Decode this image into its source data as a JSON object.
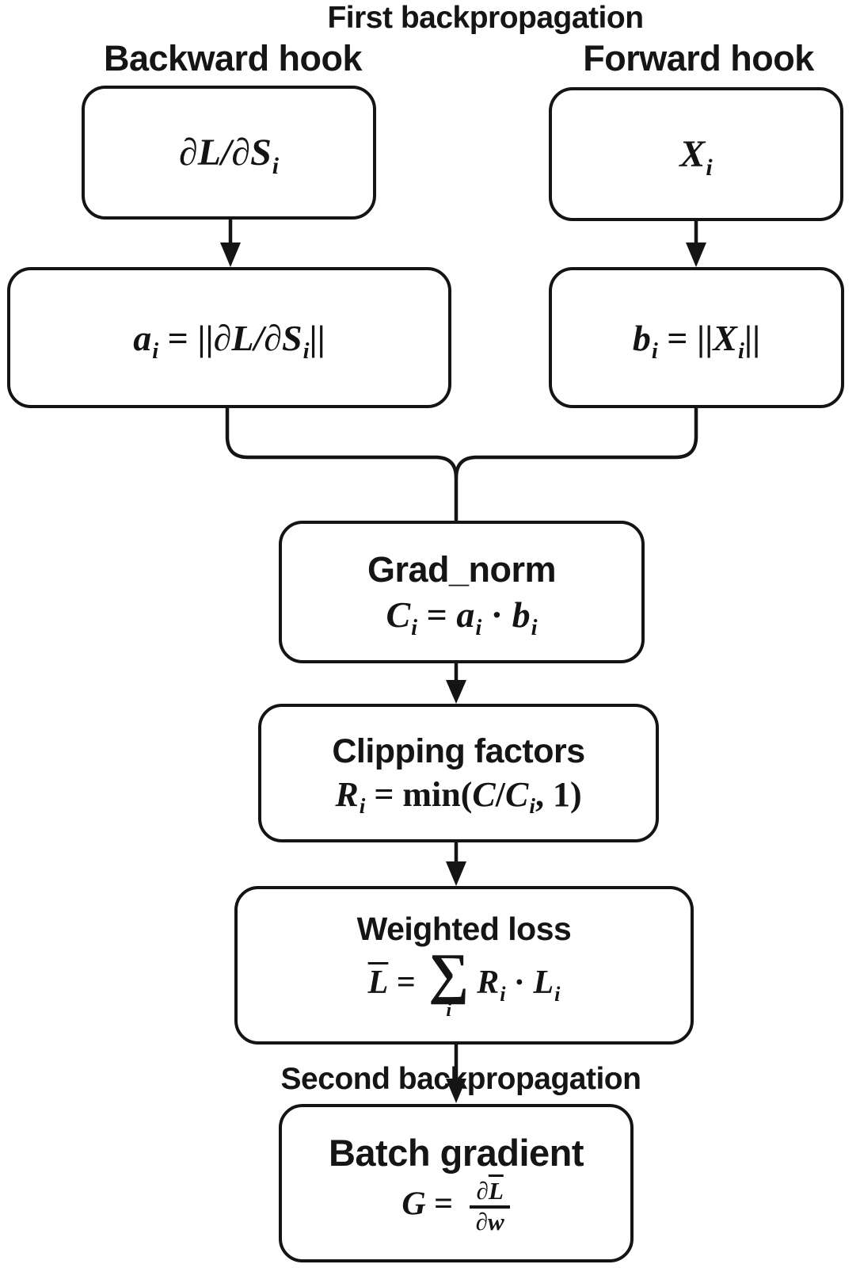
{
  "colors": {
    "background": "#ffffff",
    "ink": "#141414"
  },
  "labels": {
    "first_backprop": "First backpropagation",
    "backward_hook": "Backward hook",
    "forward_hook": "Forward hook",
    "second_backprop": "Second backpropagation"
  },
  "nodes": {
    "grad_input": {
      "math": [
        {
          "t": "∂L/∂S"
        },
        {
          "sub": "i"
        }
      ]
    },
    "activation": {
      "math": [
        {
          "t": "X"
        },
        {
          "sub": "i"
        }
      ]
    },
    "grad_norm_a": {
      "math": [
        {
          "t": "a"
        },
        {
          "sub": "i"
        },
        {
          "up": " = ||"
        },
        {
          "t": "∂L/∂S"
        },
        {
          "sub": "i"
        },
        {
          "up": "||"
        }
      ]
    },
    "act_norm_b": {
      "math": [
        {
          "t": "b"
        },
        {
          "sub": "i"
        },
        {
          "up": " = ||"
        },
        {
          "t": "X"
        },
        {
          "sub": "i"
        },
        {
          "up": "||"
        }
      ]
    },
    "grad_norm_c": {
      "title": "Grad_norm",
      "math": [
        {
          "t": "C"
        },
        {
          "sub": "i"
        },
        {
          "up": " = "
        },
        {
          "t": "a"
        },
        {
          "sub": "i"
        },
        {
          "up": " · "
        },
        {
          "t": "b"
        },
        {
          "sub": "i"
        }
      ]
    },
    "clipping": {
      "title": "Clipping factors",
      "math": [
        {
          "t": "R"
        },
        {
          "sub": "i"
        },
        {
          "up": " = min("
        },
        {
          "t": "C"
        },
        {
          "up": "/"
        },
        {
          "t": "C"
        },
        {
          "sub": "i"
        },
        {
          "up": ", 1)"
        }
      ]
    },
    "weighted_loss": {
      "title": "Weighted loss",
      "math": [
        {
          "t": "L",
          "bar": true
        },
        {
          "up": " = "
        },
        {
          "sum": "i"
        },
        {
          "t": "R"
        },
        {
          "sub": "i"
        },
        {
          "up": " · "
        },
        {
          "t": "L"
        },
        {
          "sub": "i"
        }
      ]
    },
    "batch_gradient": {
      "title": "Batch gradient",
      "math": [
        {
          "t": "G"
        },
        {
          "up": " = "
        },
        {
          "frac": {
            "num": [
              {
                "t": "∂"
              },
              {
                "t": "L",
                "bar": true
              }
            ],
            "den": [
              {
                "t": "∂w"
              }
            ]
          }
        }
      ]
    }
  }
}
